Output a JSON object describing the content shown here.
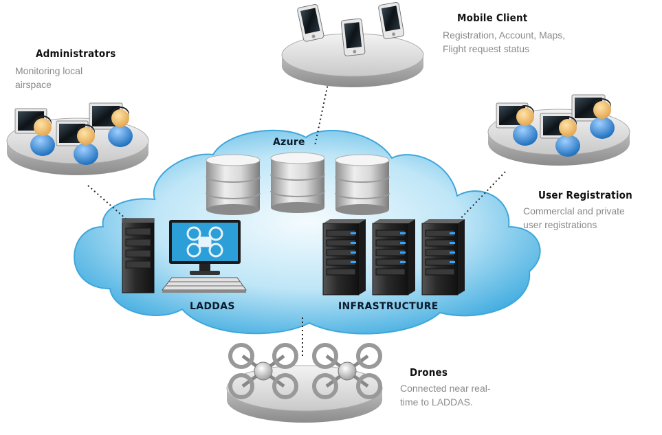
{
  "nodes": {
    "administrators": {
      "title": "Administrators",
      "desc_line1": "Monitoring local",
      "desc_line2": "airspace"
    },
    "mobile_client": {
      "title": "Mobile Client",
      "desc_line1": "Registration, Account, Maps,",
      "desc_line2": "Flight request status"
    },
    "user_registration": {
      "title": "User Registration",
      "desc_line1": "Commerclal and private",
      "desc_line2": "user registrations"
    },
    "drones": {
      "title": "Drones",
      "desc_line1": "Connected near real-",
      "desc_line2": "time to LADDAS."
    }
  },
  "cloud": {
    "azure_label": "Azure",
    "laddas_label": "LADDAS",
    "infrastructure_label": "INFRASTRUCTURE"
  },
  "colors": {
    "cloud_light": "#e8f6fc",
    "cloud_dark": "#4fb6e6",
    "platform": "#d9d9d9",
    "user_blue": "#3a8fd6",
    "server": "#2b2b2b",
    "server_led": "#32a8ff"
  }
}
